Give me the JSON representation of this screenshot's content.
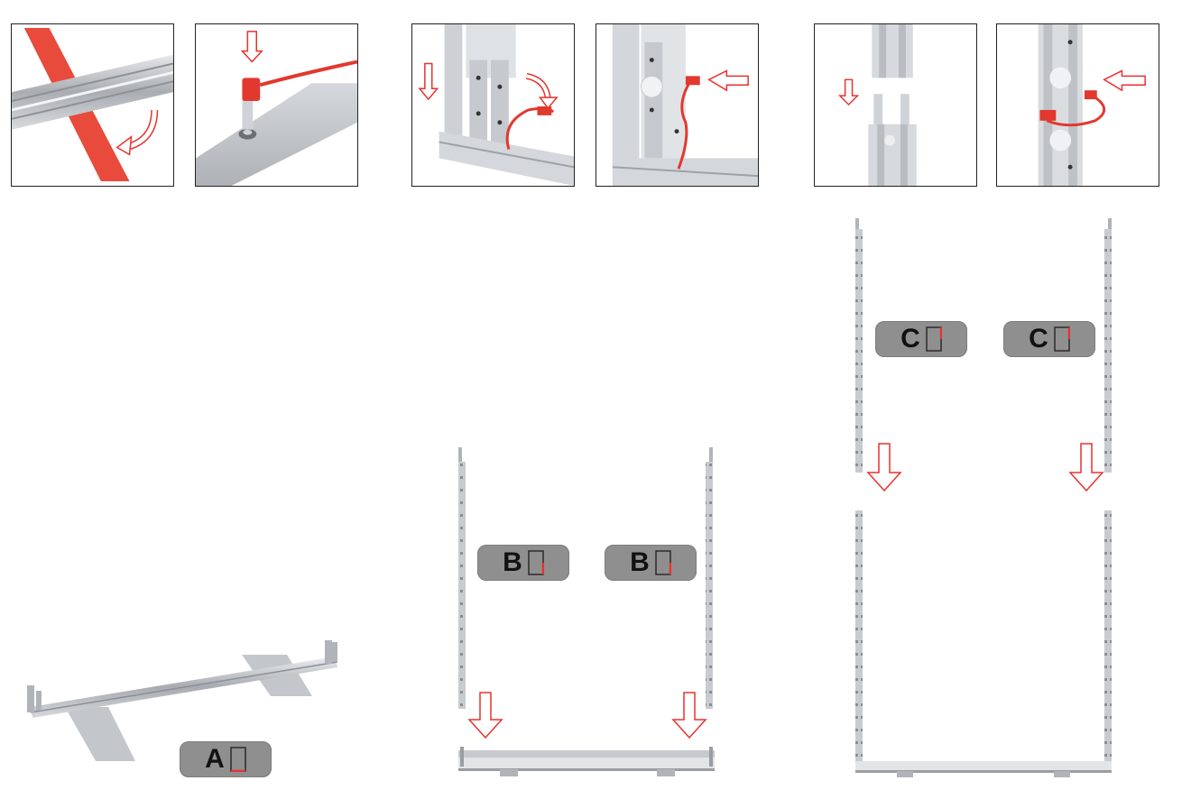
{
  "labels": {
    "a": "A",
    "b_left": "B",
    "b_right": "B",
    "c_left": "C",
    "c_right": "C"
  },
  "colors": {
    "accent_red": "#e8322d",
    "aluminium": "#c9ccd0",
    "pill_gray": "#8f8f8f"
  },
  "icons": {
    "arrow": "outline-arrow-icon",
    "cable": "power-cable-icon"
  }
}
